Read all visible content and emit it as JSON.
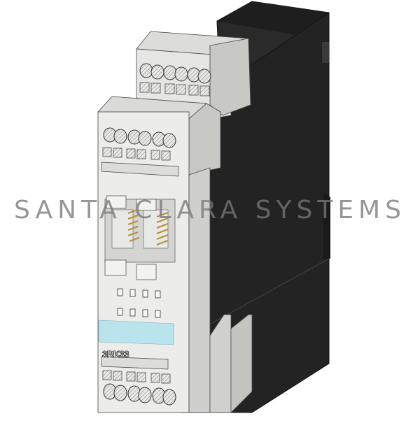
{
  "watermark": {
    "text": "SANTA CLARA SYSTEMS"
  },
  "product": {
    "model_label": "3RK33",
    "colors": {
      "housing": "#232323",
      "terminal_block": "#e4e4e2",
      "terminal_shade": "#c9c9c6",
      "label_strip": "#b9e4ec",
      "pin_gold": "#b8903a"
    },
    "led_rows": 2,
    "leds_per_row": 4
  }
}
